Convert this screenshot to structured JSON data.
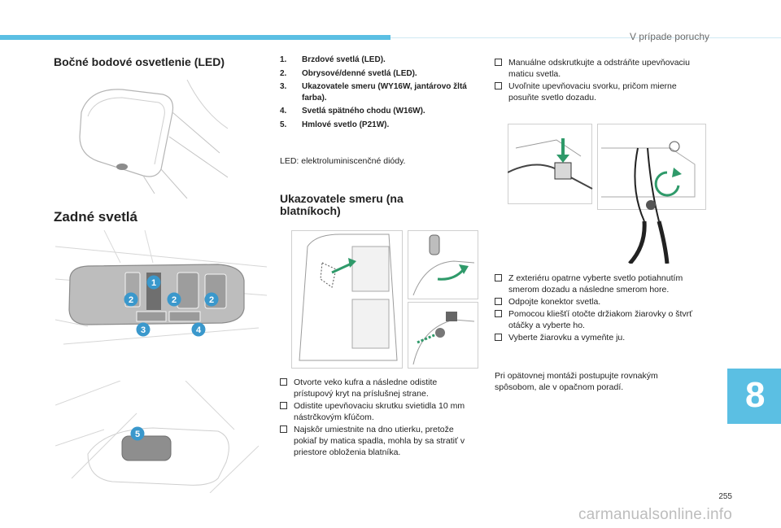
{
  "header": {
    "chapter_title": "V prípade poruchy"
  },
  "side_tab": {
    "chapter_number": "8"
  },
  "footer": {
    "page_number": "255",
    "watermark": "carmanualsonline.info"
  },
  "sections": {
    "side_light": {
      "title": "Bočné bodové osvetlenie (LED)"
    },
    "rear_lights": {
      "title": "Zadné svetlá",
      "legend": [
        {
          "num": "1.",
          "text": "Brzdové svetlá (LED)."
        },
        {
          "num": "2.",
          "text": "Obrysové/denné svetlá (LED)."
        },
        {
          "num": "3.",
          "text": "Ukazovatele smeru (WY16W, jantárovo žltá farba)."
        },
        {
          "num": "4.",
          "text": "Svetlá spätného chodu (W16W)."
        },
        {
          "num": "5.",
          "text": "Hmlové svetlo (P21W)."
        }
      ],
      "led_note": "LED: elektroluminiscenčné diódy."
    },
    "indicators": {
      "title": "Ukazovatele smeru (na blatníkoch)",
      "steps_left": [
        "Otvorte veko kufra a následne odistite prístupový kryt na príslušnej strane.",
        "Odistite upevňovaciu skrutku svietidla 10 mm nástrčkovým kľúčom.",
        "Najskôr umiestnite na dno utierku, pretože pokiaľ by matica spadla, mohla by sa stratiť v priestore obloženia blatníka."
      ],
      "steps_right_top": [
        "Manuálne odskrutkujte a odstráňte upevňovaciu maticu svetla.",
        "Uvoľnite upevňovaciu svorku, pričom mierne posuňte svetlo dozadu."
      ],
      "steps_right_bottom": [
        "Z exteriéru opatrne vyberte svetlo potiahnutím smerom dozadu a následne smerom hore.",
        "Odpojte konektor svetla.",
        "Pomocou kliešťí otočte držiakom žiarovky o štvrť otáčky a vyberte ho.",
        "Vyberte žiarovku a vymeňte ju."
      ],
      "reassembly": "Pri opätovnej montáži postupujte rovnakým spôsobom, ale v opačnom poradí."
    }
  },
  "figure_labels": {
    "callout_1": "1",
    "callout_2": "2",
    "callout_3": "3",
    "callout_4": "4",
    "callout_5": "5"
  },
  "colors": {
    "accent": "#5bbfe3",
    "callout": "#3a98cc",
    "arrow_green": "#2f9a6a",
    "lamp_gray": "#9a9a9a"
  }
}
